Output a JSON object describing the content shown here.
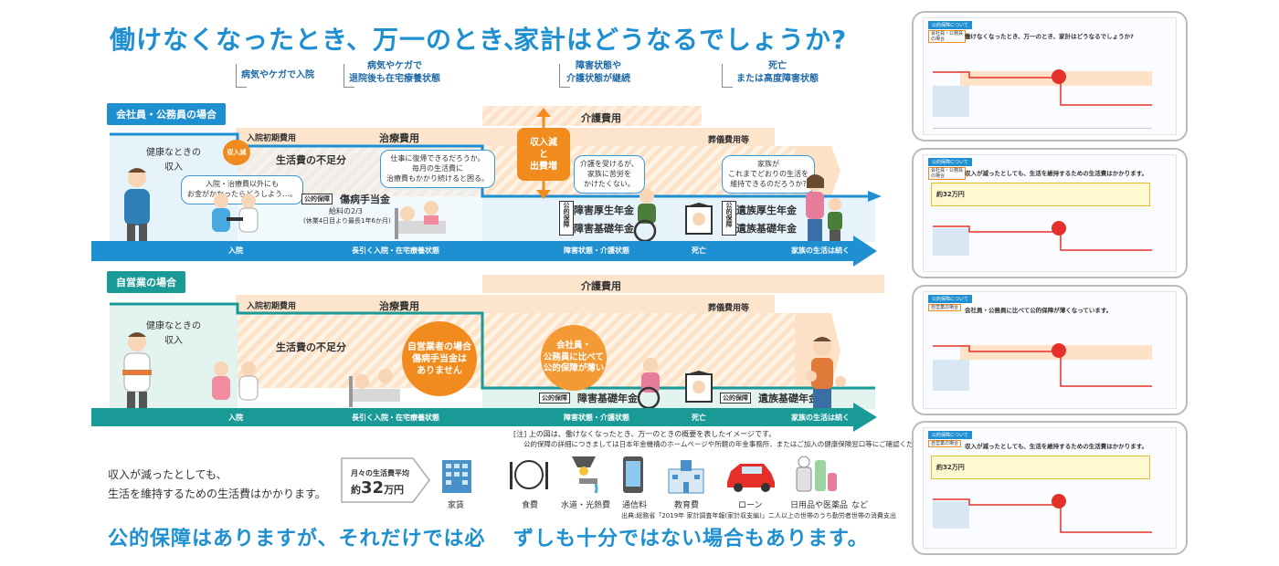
{
  "headline_left": "働けなくなったとき、万一のとき、",
  "headline_right": "家計はどうなるでしょうか?",
  "events": [
    "病気やケガで入院",
    "病気やケガで\n退院後も在宅療養状態",
    "障害状態や\n介護状態が継続",
    "死亡\nまたは高度障害状態"
  ],
  "section1": {
    "tag": "会社員・公務員の場合",
    "admission_cost": "入院初期費用",
    "treatment_cost": "治療費用",
    "care_cost": "介護費用",
    "funeral_cost": "葬儀費用等",
    "healthy_income": "健康なときの\n収入",
    "income_drop": "収入減",
    "living_shortfall": "生活費の不足分",
    "badge": "収入減\nと\n出費増",
    "bubble1": "入院・治療費以外にも\nお金がかかったらどうしよう…。",
    "bubble2": "仕事に復帰できるだろうか。\n毎月の生活費に\n治療費もかかり続けると困る。",
    "bubble3": "介護を受けるが、\n家族に苦労を\nかけたくない。",
    "bubble4": "家族が\nこれまでどおりの生活を\n維持できるのだろうか?",
    "public": "公的保障",
    "sickness_allowance": "傷病手当金",
    "allowance_detail1": "給料の2/3",
    "allowance_detail2": "(休業4日目より最長1年6か月)",
    "disability_employee": "障害厚生年金",
    "disability_basic": "障害基礎年金",
    "survivor_employee": "遺族厚生年金",
    "survivor_basic": "遺族基礎年金",
    "timeline": [
      "入院",
      "長引く入院・在宅療養状態",
      "障害状態・介護状態",
      "死亡",
      "家族の生活は続く"
    ]
  },
  "section2": {
    "tag": "自営業の場合",
    "admission_cost": "入院初期費用",
    "treatment_cost": "治療費用",
    "care_cost": "介護費用",
    "funeral_cost": "葬儀費用等",
    "healthy_income": "健康なときの\n収入",
    "living_shortfall": "生活費の不足分",
    "badge1": "自営業者の場合\n傷病手当金は\nありません",
    "badge2": "会社員・\n公務員に比べて\n公的保障が薄い",
    "public": "公的保障",
    "disability_basic": "障害基礎年金",
    "survivor_basic": "遺族基礎年金",
    "timeline": [
      "入院",
      "長引く入院・在宅療養状態",
      "障害状態・介護状態",
      "死亡",
      "家族の生活は続く"
    ]
  },
  "note1": "[注] 上の図は、働けなくなったとき、万一のときの概要を表したイメージです。",
  "note2": "公的保障の詳細につきましては日本年金機構のホームページや所轄の年金事務所、またはご加入の健康保険窓口等にご確認ください。",
  "living_text": "収入が減ったとしても、\n生活を維持するための生活費はかかります。",
  "monthly_label": "月々の生活費平均",
  "monthly_prefix": "約",
  "monthly_amount": "32",
  "monthly_unit": "万円",
  "expenses": [
    "家賃",
    "食費",
    "水道・光熱費",
    "通信料",
    "教育費",
    "ローン",
    "日用品や医薬品"
  ],
  "expenses_tail": "など",
  "source": "出典:総務省「2019年 家計調査年報(家計収支編)」二人以上の世帯のうち勤労者世帯の消費支出",
  "bottom_left": "公的保障はありますが、それだけでは必",
  "bottom_right": "ずしも十分ではない場合もあります。",
  "phones": [
    {
      "header": "公的保障について",
      "title": "働けなくなったとき、万一のとき、家計はどうなるでしょうか?",
      "who": "会社員・公務員\nの場合"
    },
    {
      "header": "公的保障について",
      "title": "収入が減ったとしても、生活を維持するための生活費はかかります。",
      "who": "会社員・公務員\nの場合",
      "amount": "約32万円"
    },
    {
      "header": "公的保障について",
      "title": "会社員・公務員に比べて公的保障が薄くなっています。",
      "who": "自営業の場合"
    },
    {
      "header": "公的保障について",
      "title": "収入が減ったとしても、生活を維持するための生活費はかかります。",
      "who": "自営業の場合",
      "amount": "約32万円"
    }
  ],
  "colors": {
    "blue": "#1e8fd0",
    "teal": "#1a9a96",
    "orange": "#f28b1e",
    "red": "#e5302a"
  }
}
